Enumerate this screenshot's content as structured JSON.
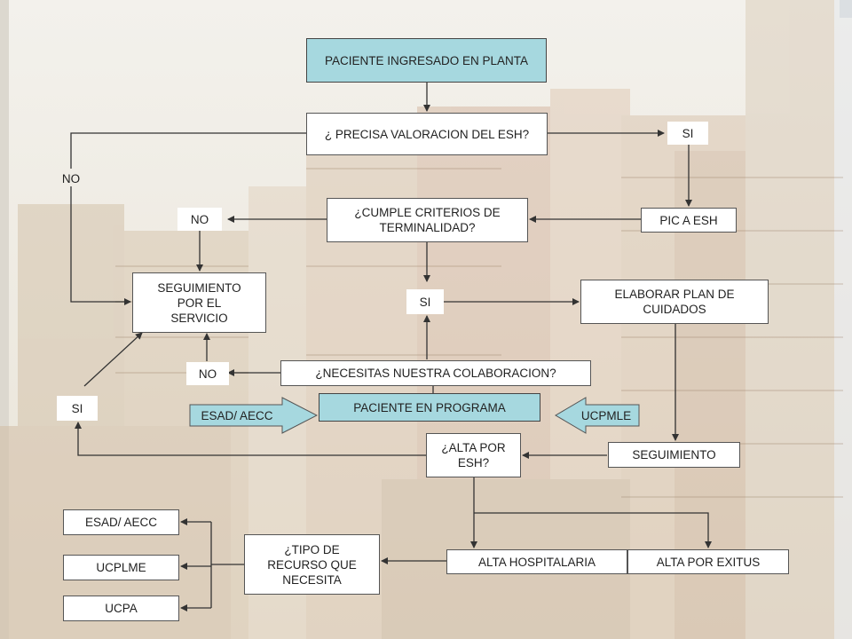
{
  "colors": {
    "node_fill": "#ffffff",
    "teal_fill": "#a6d8df",
    "line": "#333333",
    "bg_sky": "#f1efe8"
  },
  "nodes": {
    "paciente_ingresado": "PACIENTE INGRESADO EN PLANTA",
    "precisa_valoracion": "¿ PRECISA VALORACION DEL ESH?",
    "cumple_criterios": "¿CUMPLE CRITERIOS DE TERMINALIDAD?",
    "pic_esh": "PIC A ESH",
    "seguimiento_servicio": "SEGUIMIENTO POR EL SERVICIO",
    "elaborar_plan": "ELABORAR PLAN DE CUIDADOS",
    "necesitas_colaboracion": "¿NECESITAS NUESTRA COLABORACION?",
    "paciente_programa": "PACIENTE EN PROGRAMA",
    "alta_por_esh": "¿ALTA POR ESH?",
    "seguimiento": "SEGUIMIENTO",
    "tipo_recurso": "¿TIPO DE RECURSO QUE NECESITA",
    "alta_hospitalaria": "ALTA HOSPITALARIA",
    "alta_exitus": "ALTA POR EXITUS",
    "esad_aecc_box": "ESAD/ AECC",
    "ucplme_box": "UCPLME",
    "ucpa_box": "UCPA"
  },
  "labels": {
    "si_top": "SI",
    "no_left": "NO",
    "no_cumple": "NO",
    "si_cumple": "SI",
    "no_colab": "NO",
    "si_alta": "SI"
  },
  "arrows": {
    "esad_aecc": "ESAD/ AECC",
    "ucpmle": "UCPMLE"
  }
}
